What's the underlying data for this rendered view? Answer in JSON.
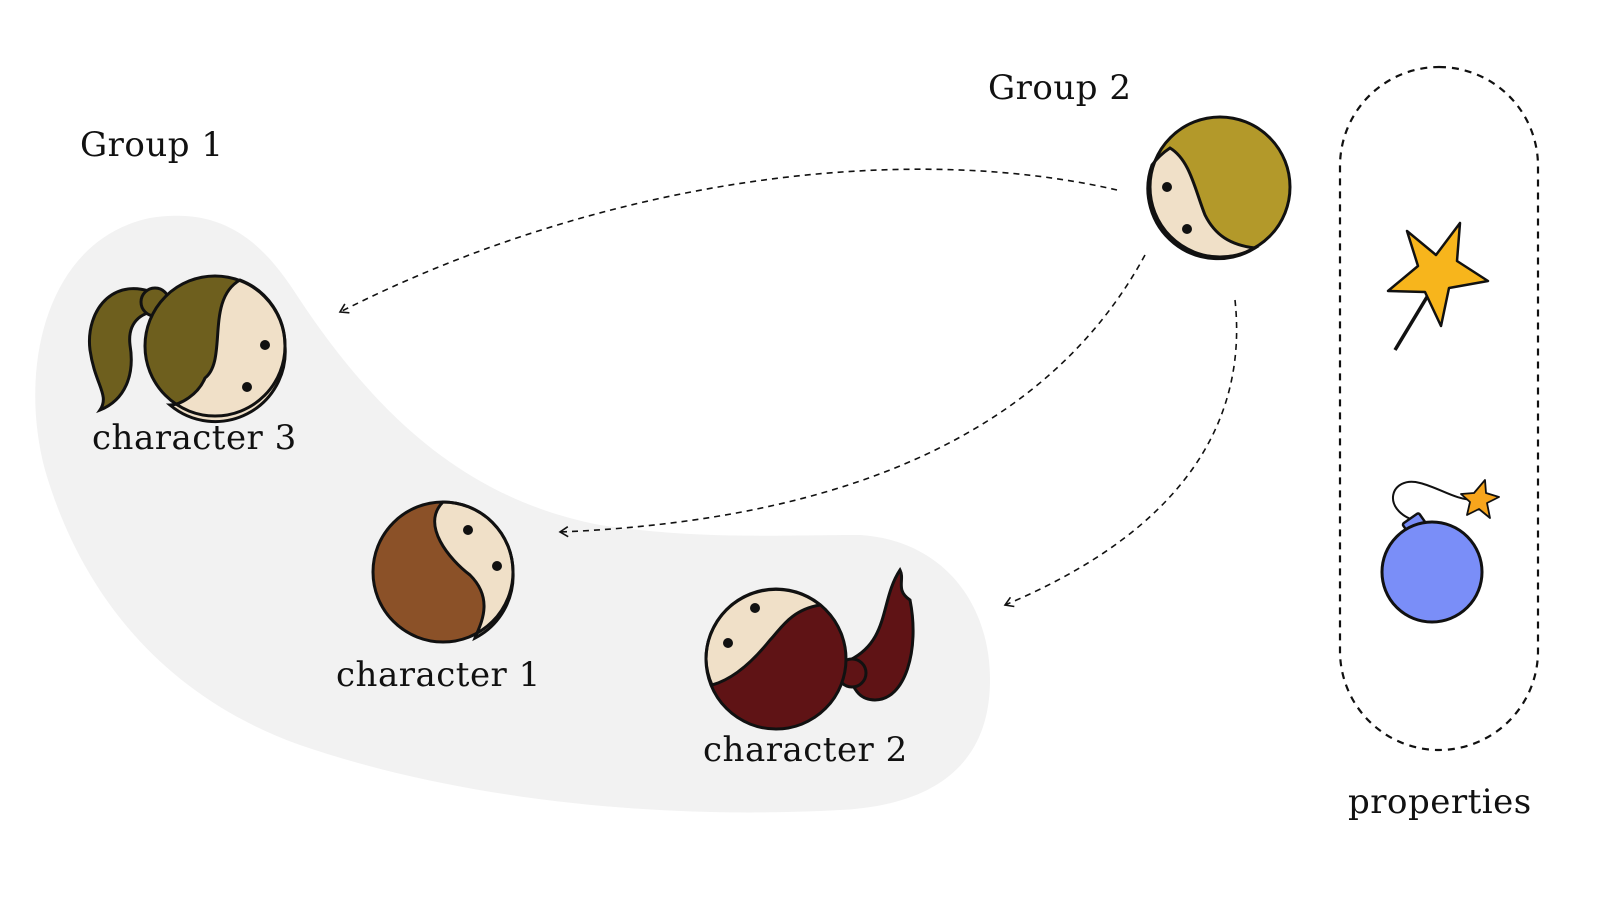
{
  "groups": {
    "group1_label": "Group 1",
    "group2_label": "Group 2"
  },
  "characters": {
    "character1_label": "character 1",
    "character2_label": "character 2",
    "character3_label": "character 3"
  },
  "properties": {
    "label": "properties",
    "items": [
      "star-wand-icon",
      "bomb-icon"
    ]
  },
  "colors": {
    "group1_background": "#f2f2f2",
    "character1_hair": "#8b5128",
    "character2_hair": "#5f1315",
    "character3_hair": "#6e5f1e",
    "group2_hair": "#b3992a",
    "skin": "#f0e0c8",
    "star": "#f7b51c",
    "bomb": "#7a8ef8"
  }
}
